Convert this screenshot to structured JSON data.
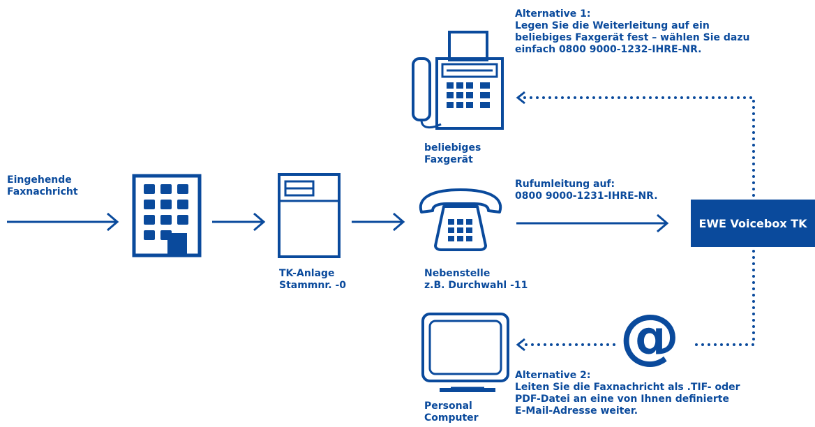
{
  "labels": {
    "incoming": [
      "Eingehende",
      "Faxnachricht"
    ],
    "tk": [
      "TK-Anlage",
      "Stammnr. -0"
    ],
    "extension": [
      "Nebenstelle",
      "z.B. Durchwahl -11"
    ],
    "fax": [
      "beliebiges",
      "Faxgerät"
    ],
    "pc": [
      "Personal",
      "Computer"
    ],
    "forwarding": [
      "Rufumleitung auf:",
      "0800 9000-1231-IHRE-NR."
    ],
    "alt1": [
      "Alternative 1:",
      "Legen Sie die Weiterleitung auf ein",
      "beliebiges Faxgerät fest – wählen Sie dazu",
      "einfach 0800 9000-1232-IHRE-NR."
    ],
    "alt2": [
      "Alternative 2:",
      "Leiten Sie die Faxnachricht als .TIF- oder",
      "PDF-Datei an eine von Ihnen definierte",
      "E-Mail-Adresse weiter."
    ]
  },
  "voicebox": "EWE Voicebox TK",
  "at_symbol": "@",
  "colors": {
    "primary": "#0a4a9c",
    "background": "#ffffff"
  },
  "icons": [
    "building-icon",
    "tk-system-icon",
    "telephone-icon",
    "fax-machine-icon",
    "computer-monitor-icon"
  ]
}
